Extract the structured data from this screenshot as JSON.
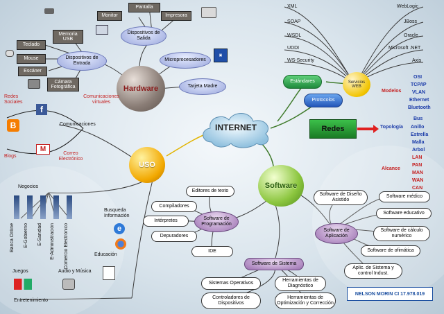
{
  "center": "INTERNET",
  "hardware": {
    "title": "Hardware",
    "salida": "Dispositivos de Salida",
    "monitor": "Monitor",
    "pantalla": "Pantalla",
    "impresora": "Impresora",
    "entrada": "Dispositivos de Entrada",
    "memoria": "Memoria USB",
    "teclado": "Teclado",
    "mouse": "Mouse",
    "escaner": "Escáner",
    "camara": "Cámara Fotográfica",
    "micro": "Microprocesadores",
    "tarjeta": "Tarjeta Madre"
  },
  "servicios": {
    "title": "Servicios WEB",
    "left": [
      "XML",
      "SOAP",
      "WSDL",
      "UDDI",
      "WS-Security"
    ],
    "right": [
      "WebLogic",
      "JBoss",
      "Oracle",
      "Microsoft .NET",
      "Axis"
    ],
    "estandares": "Estándares",
    "protocolos": "Protocolos"
  },
  "redes": {
    "title": "Redes",
    "modelos": "Modelos",
    "modelos_items": [
      "OSI",
      "TCP/IP",
      "VLAN",
      "Ethernet",
      "Bluetooth"
    ],
    "topologia": "Topología",
    "topologia_items": [
      "Bus",
      "Anillo",
      "Estrella",
      "Malla",
      "Arbol"
    ],
    "alcance": "Alcance",
    "alcance_items": [
      "LAN",
      "PAN",
      "MAN",
      "WAN",
      "CAN"
    ]
  },
  "uso": {
    "title": "USO",
    "comunicaciones": "Comunicaciones",
    "redes_sociales": "Redes Sociales",
    "blogs": "Blogs",
    "correo": "Correo Electrónico",
    "com_virtuales": "Comunicaciones virtuales",
    "negocios": "Negocios",
    "negocios_items": [
      "Banca Online",
      "E-Gobierno",
      "E-Sanidad",
      "E-Administración",
      "Comercio Electrónico"
    ],
    "busqueda": "Busqueda Información",
    "educacion": "Educación",
    "juegos": "Juegos",
    "audio": "Audio y Música",
    "entretenimiento": "Entretenimiento"
  },
  "software": {
    "title": "Software",
    "programacion": "Software de Programación",
    "prog_items": [
      "Editores de texto",
      "Compiladores",
      "Intérpretes",
      "Depuradores",
      "IDE"
    ],
    "sistema": "Software de Sistema",
    "sis_items": [
      "Sistemas Operativos",
      "Controladores de Dispositivos",
      "Herramientas de Diagnóstico",
      "Herramientas de Optimización y Corrección"
    ],
    "aplicacion": "Software de Aplicación",
    "app_items": [
      "Software de Diseño Asistido",
      "Software médico",
      "Software educativo",
      "Software de cálculo numérico",
      "Software de ofimática",
      "Aplic. de Sistema y control Indust."
    ]
  },
  "author": "NELSON MORIN CI 17.978.019",
  "colors": {
    "hardware": "#8a7d76",
    "uso": "#f2a800",
    "software": "#8cc63f",
    "redes": "#1f8a2c",
    "accent_red": "#c52020",
    "accent_blue": "#1a3aa8"
  }
}
